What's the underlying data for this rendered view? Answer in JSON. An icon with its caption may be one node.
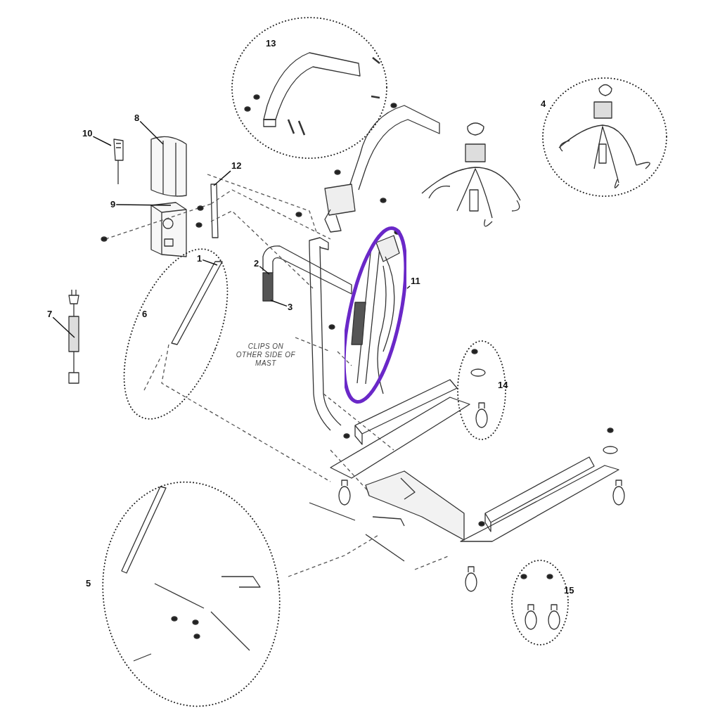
{
  "diagram": {
    "nodes": [
      {
        "text": [
          "13"
        ]
      },
      {
        "text": [
          "4"
        ]
      },
      {
        "text": [
          "10"
        ]
      },
      {
        "text": [
          "8"
        ]
      },
      {
        "text": [
          "9"
        ]
      },
      {
        "text": [
          "12"
        ]
      },
      {
        "text": [
          "6"
        ]
      },
      {
        "text": [
          "1"
        ],
        "in": 6
      },
      {
        "text": [
          "2"
        ]
      },
      {
        "text": [
          "3"
        ]
      },
      {
        "text": [
          "7"
        ]
      },
      {
        "text": [],
        "shape": "ellipse"
      },
      {
        "text": [
          "11"
        ]
      },
      {
        "text": [
          "14"
        ]
      },
      {
        "text": [
          "5"
        ]
      },
      {
        "text": [
          "15"
        ]
      }
    ],
    "edges": [
      {
        "from": 2,
        "to": null,
        "arrow": "none"
      },
      {
        "from": 3,
        "to": null,
        "arrow": "none"
      },
      {
        "from": 4,
        "to": null,
        "arrow": "none"
      },
      {
        "from": 5,
        "to": null,
        "arrow": "none"
      },
      {
        "from": 7,
        "to": null,
        "arrow": "none"
      },
      {
        "from": 8,
        "to": null,
        "arrow": "none"
      },
      {
        "from": 9,
        "to": null,
        "arrow": "none"
      },
      {
        "from": 10,
        "to": null,
        "arrow": "none"
      },
      {
        "from": 12,
        "to": 11,
        "arrow": "none"
      }
    ],
    "labels": [
      "CLIPS ON OTHER SIDE OF MAST"
    ]
  }
}
